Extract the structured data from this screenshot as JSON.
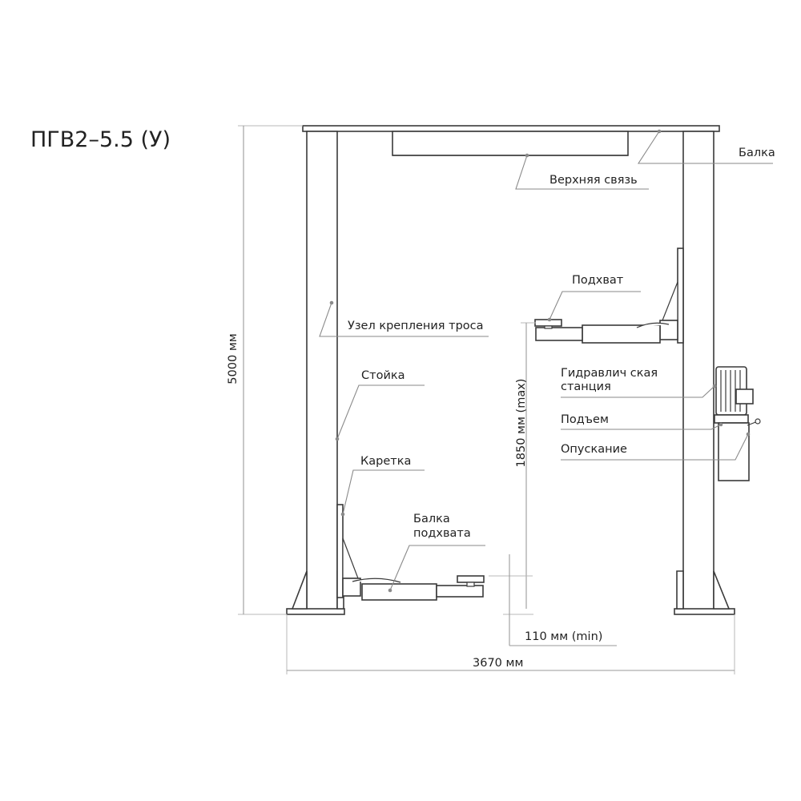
{
  "title": "ПГВ2–5.5 (У)",
  "labels": {
    "beam": "Балка",
    "top_link": "Верхняя связь",
    "arm": "Подхват",
    "cable_mount": "Узел крепления троса",
    "post": "Стойка",
    "carriage": "Каретка",
    "arm_beam_line1": "Балка",
    "arm_beam_line2": "подхвата",
    "hydraulic_line1": "Гидравлич  ская",
    "hydraulic_line2": "станция",
    "raise": "Подъем",
    "lower": "Опускание"
  },
  "dimensions": {
    "height": "5000 мм",
    "lift_max": "1850 мм (max)",
    "lift_min": "110 мм (min)",
    "width": "3670 мм"
  },
  "colors": {
    "outline": "#3a3a3a",
    "leader": "#8a8a8a",
    "text": "#222222"
  }
}
